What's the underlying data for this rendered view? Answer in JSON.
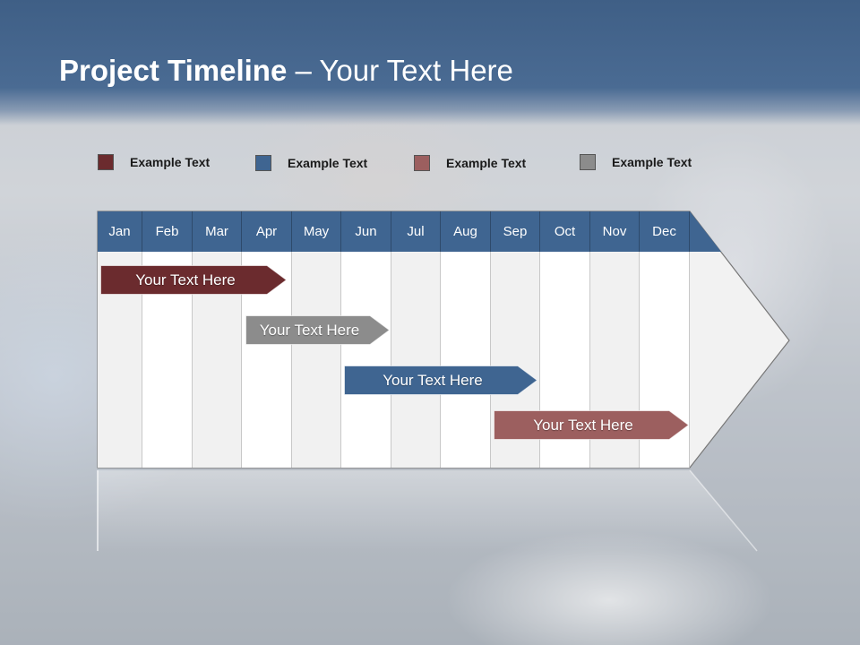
{
  "slide": {
    "title_bold": "Project Timeline",
    "title_rest": " – Your Text Here"
  },
  "legend": [
    {
      "label": "Example Text",
      "color": "#6b2b2e"
    },
    {
      "label": "Example Text",
      "color": "#3f6591"
    },
    {
      "label": "Example Text",
      "color": "#9c5f5f"
    },
    {
      "label": "Example Text",
      "color": "#8c8c8c"
    }
  ],
  "months": [
    "Jan",
    "Feb",
    "Mar",
    "Apr",
    "May",
    "Jun",
    "Jul",
    "Aug",
    "Sep",
    "Oct",
    "Nov",
    "Dec"
  ],
  "tasks": [
    {
      "label": "Your  Text Here",
      "color": "#6b2b2e",
      "start_month": "Jan",
      "end_month": "Apr"
    },
    {
      "label": "Your  Text Here",
      "color": "#8c8c8c",
      "start_month": "Apr",
      "end_month": "Jun"
    },
    {
      "label": "Your  Text Here",
      "color": "#3f6591",
      "start_month": "Jun",
      "end_month": "Sep"
    },
    {
      "label": "Your  Text Here",
      "color": "#9c5f5f",
      "start_month": "Sep",
      "end_month": "Dec"
    }
  ],
  "colors": {
    "title_band": "#4a6b93",
    "header": "#3f6591",
    "column_light": "#f1f1f1",
    "column_white": "#ffffff"
  }
}
